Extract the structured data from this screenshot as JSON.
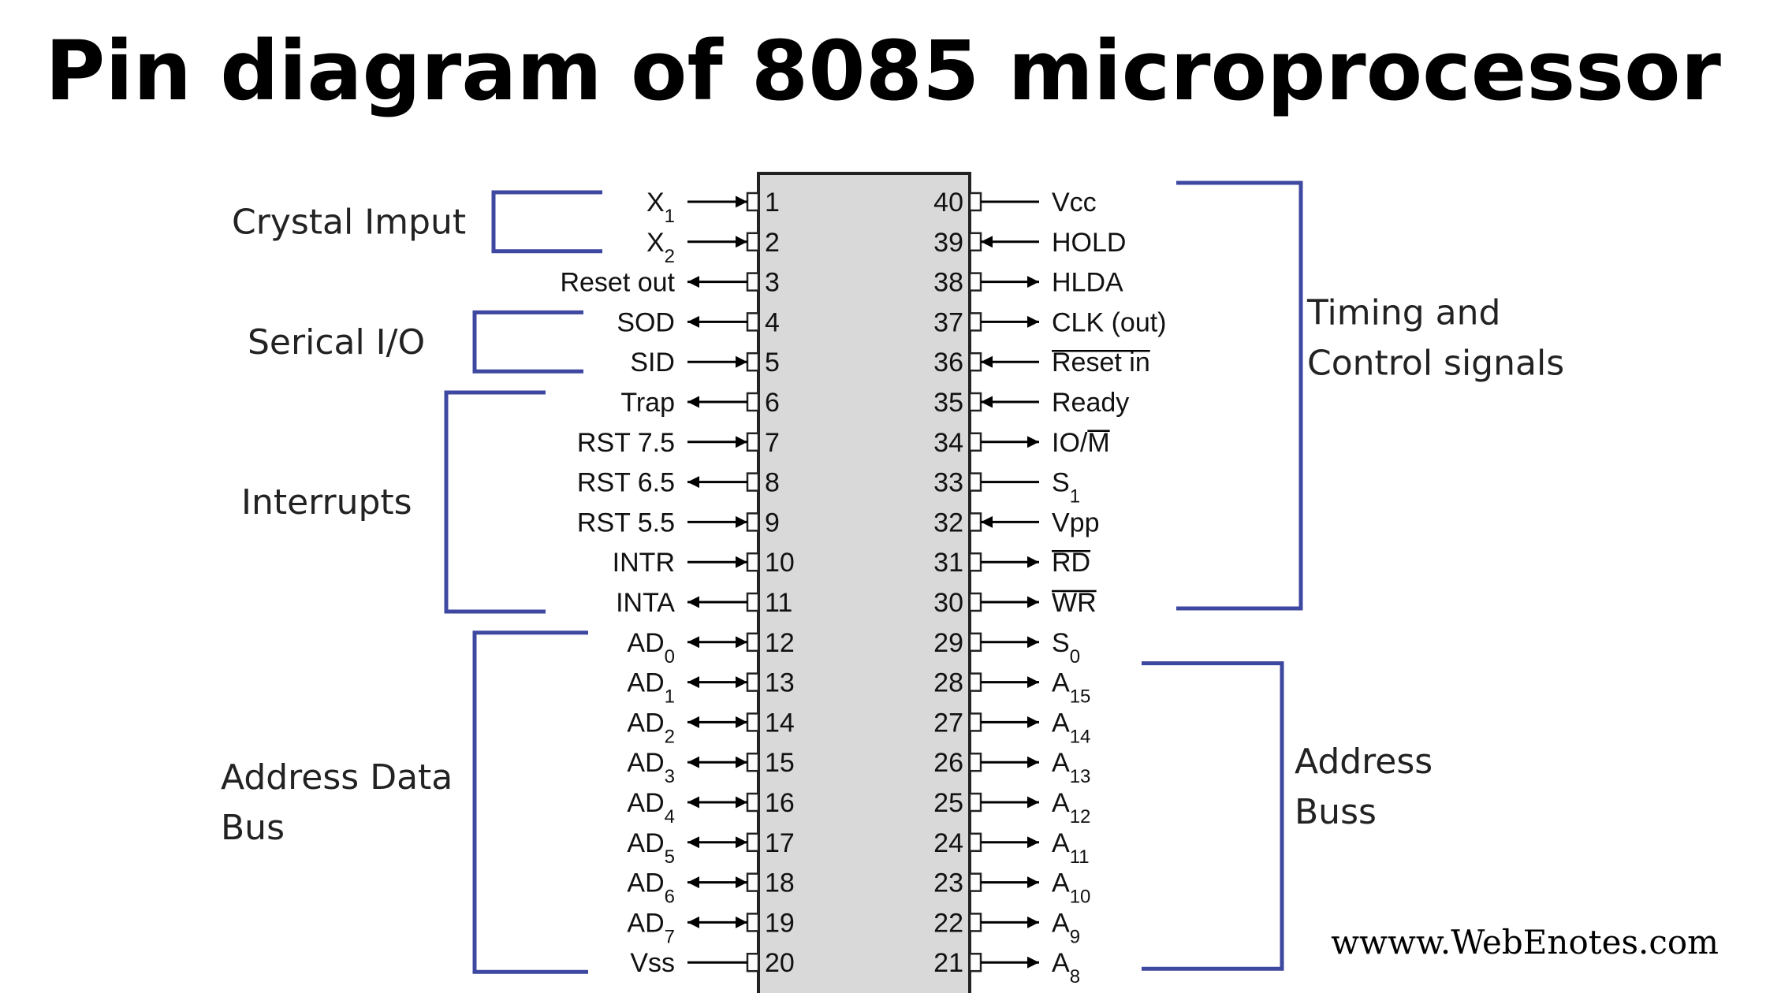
{
  "title": "Pin diagram of 8085 microprocessor",
  "watermark": "wwww.WebEnotes.com",
  "colors": {
    "bracket": "#3f48a0",
    "chip_fill": "#d9d9d9",
    "line": "#000000"
  },
  "left_groups": [
    {
      "lines": [
        "Crystal Imput"
      ],
      "first": 1,
      "last": 2
    },
    {
      "lines": [
        "Serical I/O"
      ],
      "first": 4,
      "last": 5
    },
    {
      "lines": [
        "Interrupts"
      ],
      "first": 6,
      "last": 11
    },
    {
      "lines": [
        "Address Data",
        "Bus"
      ],
      "first": 12,
      "last": 20
    }
  ],
  "right_groups": [
    {
      "lines": [
        "Timing and",
        "Control signals"
      ],
      "first": 40,
      "last": 30
    },
    {
      "lines": [
        "Address",
        " Buss"
      ],
      "first": 28,
      "last": 21
    }
  ],
  "left_pins": [
    {
      "num": "1",
      "name": "X",
      "sub": "1",
      "dir": "in"
    },
    {
      "num": "2",
      "name": "X",
      "sub": "2",
      "dir": "in"
    },
    {
      "num": "3",
      "name": "Reset out",
      "dir": "out"
    },
    {
      "num": "4",
      "name": "SOD",
      "dir": "out"
    },
    {
      "num": "5",
      "name": "SID",
      "dir": "in"
    },
    {
      "num": "6",
      "name": "Trap",
      "dir": "out"
    },
    {
      "num": "7",
      "name": "RST 7.5",
      "dir": "in"
    },
    {
      "num": "8",
      "name": "RST 6.5",
      "dir": "out"
    },
    {
      "num": "9",
      "name": "RST 5.5",
      "dir": "in"
    },
    {
      "num": "10",
      "name": "INTR",
      "dir": "in"
    },
    {
      "num": "11",
      "name": "INTA",
      "dir": "out"
    },
    {
      "num": "12",
      "name": "AD",
      "sub": "0",
      "dir": "bi"
    },
    {
      "num": "13",
      "name": "AD",
      "sub": "1",
      "dir": "bi"
    },
    {
      "num": "14",
      "name": "AD",
      "sub": "2",
      "dir": "bi"
    },
    {
      "num": "15",
      "name": "AD",
      "sub": "3",
      "dir": "bi"
    },
    {
      "num": "16",
      "name": "AD",
      "sub": "4",
      "dir": "bi"
    },
    {
      "num": "17",
      "name": "AD",
      "sub": "5",
      "dir": "bi"
    },
    {
      "num": "18",
      "name": "AD",
      "sub": "6",
      "dir": "bi"
    },
    {
      "num": "19",
      "name": "AD",
      "sub": "7",
      "dir": "bi"
    },
    {
      "num": "20",
      "name": "Vss",
      "dir": "none"
    }
  ],
  "right_pins": [
    {
      "num": "40",
      "name": "Vcc",
      "dir": "none"
    },
    {
      "num": "39",
      "name": "HOLD",
      "dir": "in"
    },
    {
      "num": "38",
      "name": "HLDA",
      "dir": "out"
    },
    {
      "num": "37",
      "name": "CLK (out)",
      "dir": "out"
    },
    {
      "num": "36",
      "name": "Reset in",
      "dir": "in",
      "overline": "Reset in"
    },
    {
      "num": "35",
      "name": "Ready",
      "dir": "in"
    },
    {
      "num": "34",
      "name": "IO/M",
      "dir": "out",
      "overline": "M"
    },
    {
      "num": "33",
      "name": "S",
      "sub": "1",
      "dir": "none"
    },
    {
      "num": "32",
      "name": "Vpp",
      "dir": "in"
    },
    {
      "num": "31",
      "name": "RD",
      "dir": "out",
      "overline": "RD"
    },
    {
      "num": "30",
      "name": "WR",
      "dir": "out",
      "overline": "WR"
    },
    {
      "num": "29",
      "name": "S",
      "sub": "0",
      "dir": "out"
    },
    {
      "num": "28",
      "name": "A",
      "sub": "15",
      "dir": "out"
    },
    {
      "num": "27",
      "name": "A",
      "sub": "14",
      "dir": "out"
    },
    {
      "num": "26",
      "name": "A",
      "sub": "13",
      "dir": "out"
    },
    {
      "num": "25",
      "name": "A",
      "sub": "12",
      "dir": "out"
    },
    {
      "num": "24",
      "name": "A",
      "sub": "11",
      "dir": "out"
    },
    {
      "num": "23",
      "name": "A",
      "sub": "10",
      "dir": "out"
    },
    {
      "num": "22",
      "name": "A",
      "sub": "9",
      "dir": "out"
    },
    {
      "num": "21",
      "name": "A",
      "sub": "8",
      "dir": "out"
    }
  ]
}
